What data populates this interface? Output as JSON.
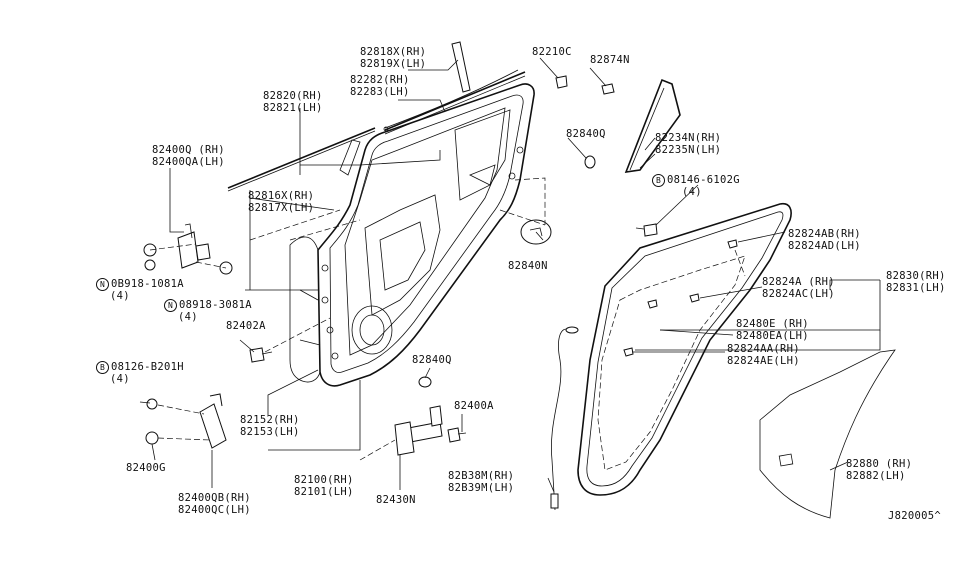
{
  "labels": {
    "p82818": "82818X(RH)",
    "p82819": "82819X(LH)",
    "p82282": "82282(RH)",
    "p82283": "82283(LH)",
    "p82820": "82820(RH)",
    "p82821": "82821(LH)",
    "p82210c": "82210C",
    "p82874n": "82874N",
    "p82840q_top": "82840Q",
    "p82234n": "82234N(RH)",
    "p82235n": "82235N(LH)",
    "p08146": "08146-6102G",
    "p08146_qty": "(4)",
    "p82400q": "82400Q (RH)",
    "p82400qa": "82400QA(LH)",
    "p82816x": "82816X(RH)",
    "p82817x": "82817X(LH)",
    "p82824ab": "82824AB(RH)",
    "p82824ad": "82824AD(LH)",
    "p82830": "82830(RH)",
    "p82831": "82831(LH)",
    "p0b918_1081": "0B918-1081A",
    "p0b918_1081_qty": "(4)",
    "p08918_3081": "08918-3081A",
    "p08918_3081_qty": "(4)",
    "p82840n": "82840N",
    "p82824a": "82824A (RH)",
    "p82824ac": "82824AC(LH)",
    "p82402a": "82402A",
    "p82480e": "82480E (RH)",
    "p82480ea": "82480EA(LH)",
    "p82824aa": "82824AA(RH)",
    "p82824ae": "82824AE(LH)",
    "p08126": "08126-B201H",
    "p08126_qty": "(4)",
    "p82840q_mid": "82840Q",
    "p82400a": "82400A",
    "p82152": "82152(RH)",
    "p82153": "82153(LH)",
    "p82400g": "82400G",
    "p82100": "82100(RH)",
    "p82101": "82101(LH)",
    "p82b38m": "82B38M(RH)",
    "p82b39m": "82B39M(LH)",
    "p82880": "82880 (RH)",
    "p82882": "82882(LH)",
    "p82400qb": "82400QB(RH)",
    "p82400qc": "82400QC(LH)",
    "p82430n": "82430N",
    "diagram_code": "J820005^"
  },
  "markers": {
    "n_symbol": "N",
    "b_symbol": "B"
  }
}
